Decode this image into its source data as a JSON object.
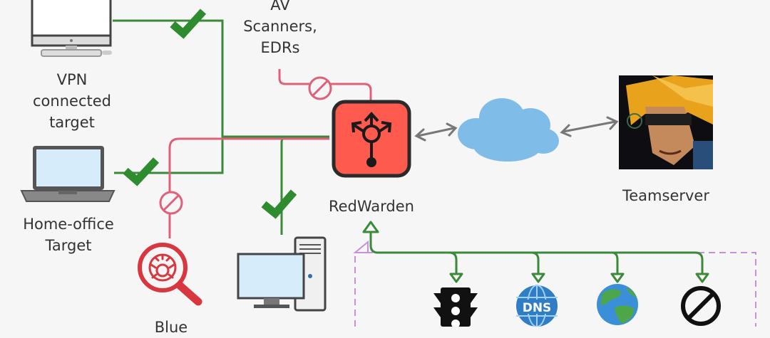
{
  "nodes": {
    "vpn_target": {
      "lines": [
        "VPN",
        "connected",
        "target"
      ]
    },
    "home_office": {
      "lines": [
        "Home-office",
        "Target"
      ]
    },
    "av_scanners": {
      "lines": [
        "AV",
        "Scanners,",
        "EDRs"
      ]
    },
    "redwarden": {
      "label": "RedWarden"
    },
    "teamserver": {
      "label": "Teamserver"
    },
    "blue_team": {
      "lines": [
        "Blue"
      ]
    }
  },
  "policy_icons": {
    "dns": {
      "label": "DNS"
    }
  },
  "colors": {
    "allowed": "#3a8a3a",
    "blocked": "#e0607a",
    "redwarden": "#ff5a4e",
    "cloud": "#7fbde8",
    "dashed_box": "#c98ee0",
    "check": "#2e8b2e"
  }
}
